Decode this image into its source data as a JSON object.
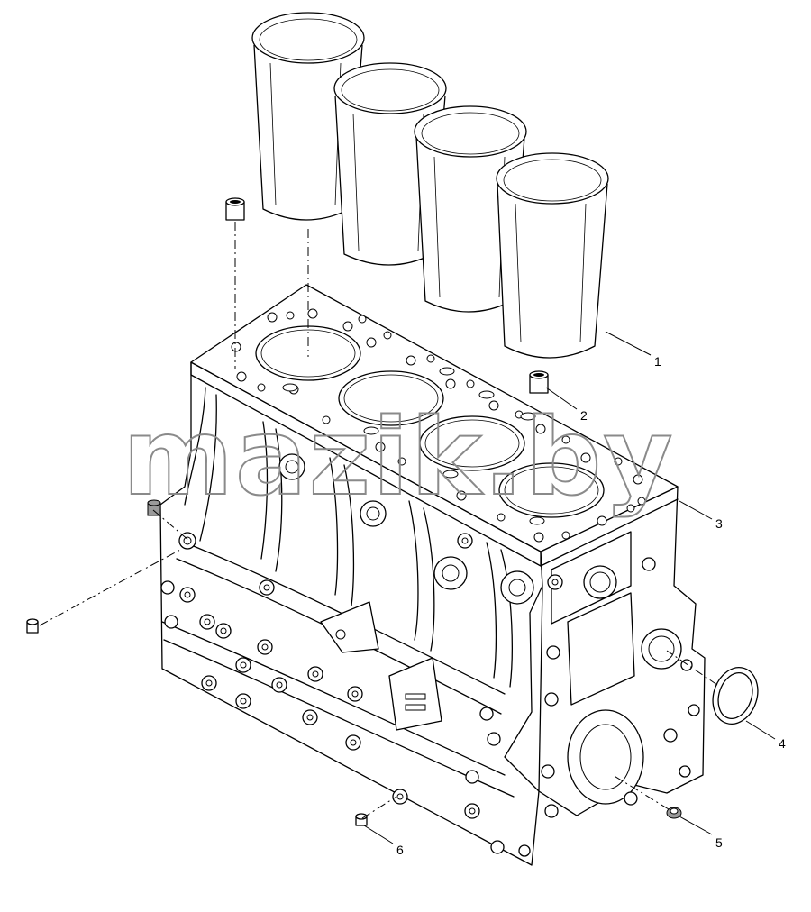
{
  "watermark": "mazik.by",
  "callouts": [
    {
      "number": "1",
      "part": "cylinder-liner"
    },
    {
      "number": "2",
      "part": "dowel-sleeve"
    },
    {
      "number": "3",
      "part": "cylinder-block"
    },
    {
      "number": "4",
      "part": "o-ring"
    },
    {
      "number": "5",
      "part": "plug"
    },
    {
      "number": "6",
      "part": "plug"
    }
  ]
}
